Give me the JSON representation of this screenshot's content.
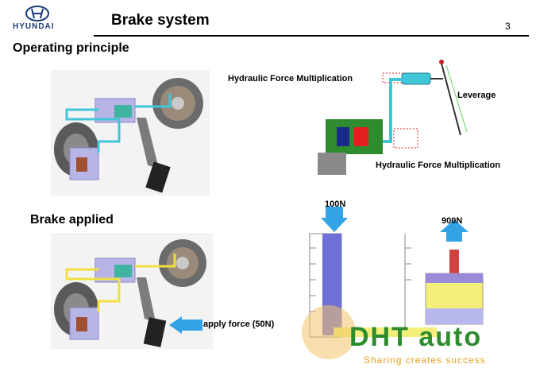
{
  "header": {
    "logo_text": "HYUNDAI",
    "title": "Brake system",
    "page_number": "3"
  },
  "sections": {
    "operating_principle": "Operating principle",
    "brake_applied": "Brake applied"
  },
  "diagram_labels": {
    "hydraulic_top": "Hydraulic Force Multiplication",
    "leverage": "Leverage",
    "hydraulic_bottom": "Hydraulic Force Multiplication",
    "apply_force": "apply force (50N)"
  },
  "forces": {
    "input": "100N",
    "output": "900N"
  },
  "watermark": {
    "brand": "DHT auto",
    "tagline": "Sharing creates success"
  },
  "colors": {
    "brand": "#1a3a7a",
    "arrow_blue": "#33a3e6",
    "line_cyan": "#41c6d8",
    "line_yellow": "#f0e040",
    "callout_red": "#e02020"
  }
}
